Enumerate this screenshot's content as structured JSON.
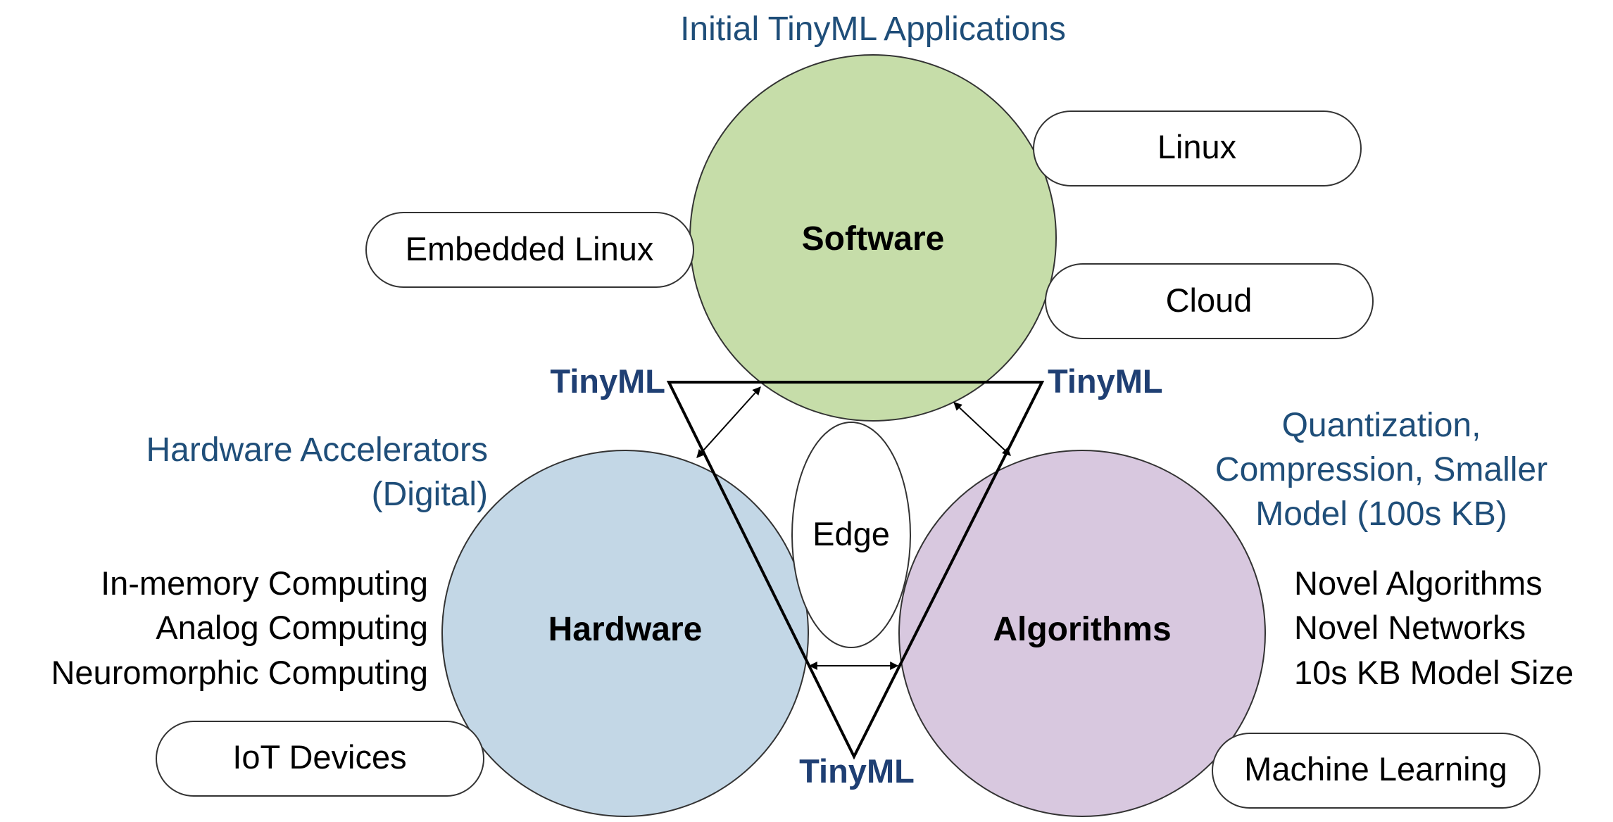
{
  "title": "Initial TinyML Applications",
  "circles": {
    "software": {
      "label": "Software",
      "color": "#c6dda9"
    },
    "hardware": {
      "label": "Hardware",
      "color": "#c3d7e6"
    },
    "algorithms": {
      "label": "Algorithms",
      "color": "#d8c8df"
    }
  },
  "edge_label": "Edge",
  "tinyml_labels": [
    "TinyML",
    "TinyML",
    "TinyML"
  ],
  "pills": {
    "linux": "Linux",
    "embedded_linux": "Embedded Linux",
    "cloud": "Cloud",
    "iot_devices": "IoT Devices",
    "machine_learning": "Machine Learning"
  },
  "hardware_accel": [
    "Hardware Accelerators",
    "(Digital)"
  ],
  "quantization": [
    "Quantization,",
    "Compression, Smaller",
    "Model (100s KB)"
  ],
  "hardware_list": [
    "In-memory Computing",
    "Analog Computing",
    "Neuromorphic Computing"
  ],
  "algorithms_list": [
    "Novel Algorithms",
    "Novel Networks",
    "10s KB Model Size"
  ],
  "colors": {
    "accent_blue": "#1f4e79",
    "tinyml_blue": "#1f3f73"
  }
}
